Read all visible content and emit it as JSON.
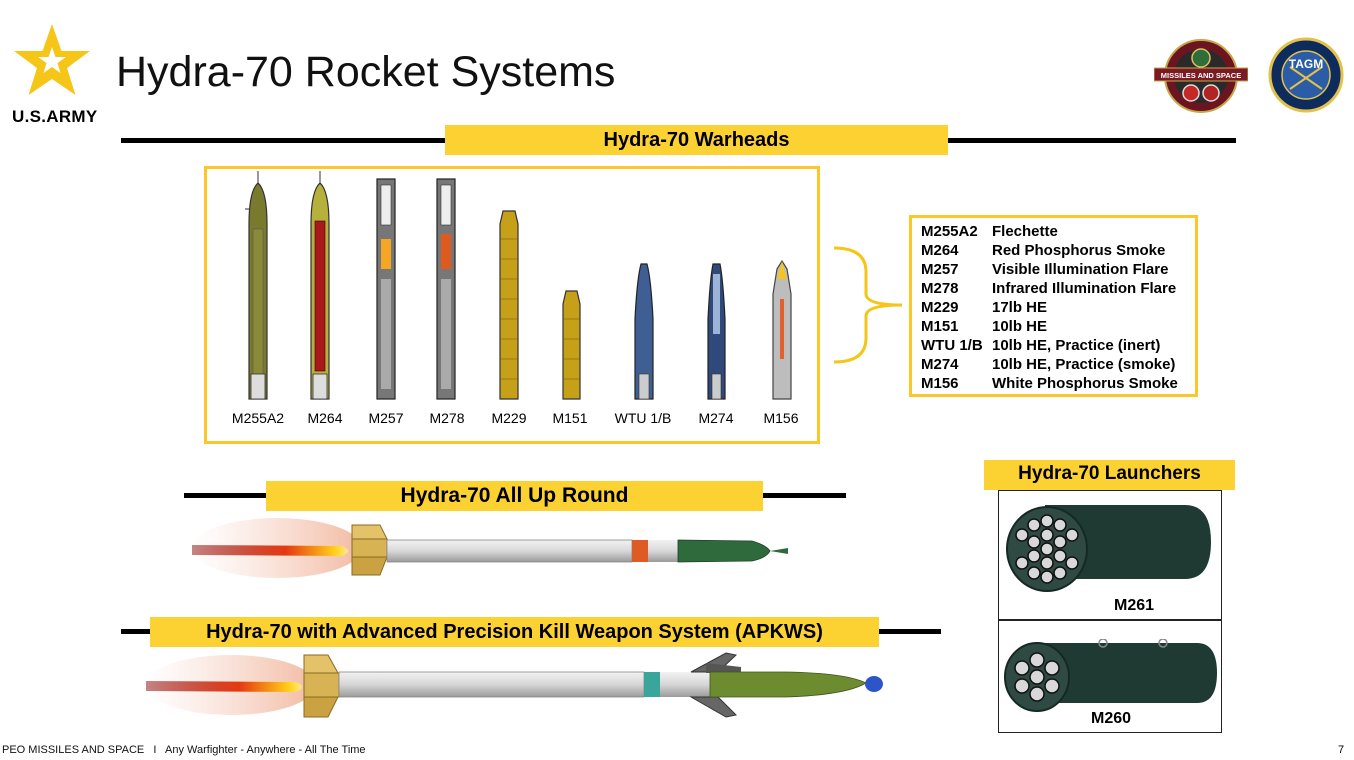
{
  "header": {
    "title": "Hydra-70 Rocket Systems",
    "army_label": "U.S.ARMY",
    "logo_peo_text": "MISSILES AND SPACE",
    "logo_tagm_text": "TAGM"
  },
  "warheads": {
    "banner": "Hydra-70 Warheads",
    "items": [
      {
        "label": "M255A2"
      },
      {
        "label": "M264"
      },
      {
        "label": "M257"
      },
      {
        "label": "M278"
      },
      {
        "label": "M229"
      },
      {
        "label": "M151"
      },
      {
        "label": "WTU 1/B"
      },
      {
        "label": "M274"
      },
      {
        "label": "M156"
      }
    ],
    "legend": [
      {
        "code": "M255A2",
        "desc": "Flechette"
      },
      {
        "code": "M264",
        "desc": "Red Phosphorus Smoke"
      },
      {
        "code": "M257",
        "desc": "Visible Illumination Flare"
      },
      {
        "code": "M278",
        "desc": "Infrared Illumination Flare"
      },
      {
        "code": "M229",
        "desc": "17lb HE"
      },
      {
        "code": "M151",
        "desc": "10lb HE"
      },
      {
        "code": "WTU 1/B",
        "desc": "10lb HE, Practice (inert)"
      },
      {
        "code": "M274",
        "desc": "10lb HE, Practice (smoke)"
      },
      {
        "code": "M156",
        "desc": "White Phosphorus Smoke"
      }
    ]
  },
  "all_up_round": {
    "banner": "Hydra-70 All Up Round"
  },
  "apkws": {
    "banner": "Hydra-70 with Advanced Precision Kill Weapon System (APKWS)"
  },
  "launchers": {
    "banner": "Hydra-70 Launchers",
    "items": [
      {
        "label": "M261"
      },
      {
        "label": "M260"
      }
    ]
  },
  "footer": {
    "text": "PEO MISSILES AND SPACE   I   Any Warfighter - Anywhere - All The Time",
    "page": "7"
  },
  "colors": {
    "accent_yellow": "#fcd232",
    "army_gold": "#f5c518",
    "rule_black": "#000000"
  }
}
